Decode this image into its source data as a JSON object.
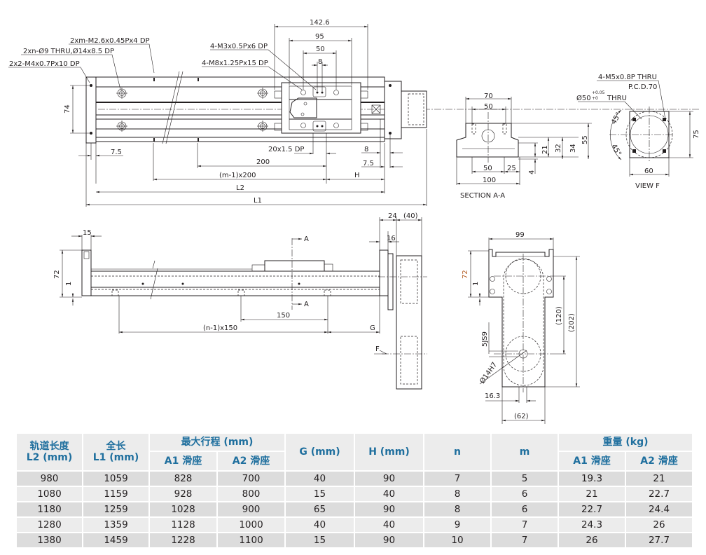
{
  "top_view": {
    "labels": {
      "hole_m": "2xm-M2.6x0.45Px4 DP",
      "hole_n": "2xn-Ø9 THRU,Ø14x8.5 DP",
      "hole_end": "2x2-M4x0.7Px10 DP",
      "slide_m3": "4-M3x0.5Px6 DP",
      "slide_m8": "4-M8x1.25Px15 DP",
      "slot": "20x1.5 DP"
    },
    "dims": {
      "d142": "142.6",
      "d95": "95",
      "d50": "50",
      "d8": "8",
      "d74": "74",
      "d7_5_left": "7.5",
      "d200": "200",
      "dm": "(m-1)x200",
      "dH": "H",
      "dL2": "L2",
      "dL1": "L1",
      "d8_right": "8",
      "d7_5_right": "7.5"
    }
  },
  "section_aa": {
    "title": "SECTION A-A",
    "dims": {
      "w70": "70",
      "w50_top": "50",
      "w50_bot": "50",
      "w25": "25",
      "w100": "100",
      "h4": "4",
      "h21": "21",
      "h32": "32",
      "h34": "34",
      "h55": "55"
    }
  },
  "view_f": {
    "title": "VIEW F",
    "labels": {
      "m5": "4-M5x0.8P THRU",
      "pcd": "P.C.D.70",
      "bore": "Ø50",
      "bore_tol_upper": "+0.05",
      "bore_tol_lower": "+0",
      "bore_suffix": "THRU"
    },
    "dims": {
      "a45_top": "45°",
      "a45_bot": "45°",
      "w60": "60",
      "h75": "75"
    }
  },
  "side_view": {
    "dims": {
      "d15": "15",
      "d72": "72",
      "d1": "1",
      "d150": "150",
      "dn": "(n-1)x150",
      "dG": "G",
      "d24": "24",
      "d40": "(40)",
      "d16": "16"
    },
    "labels": {
      "sec_a_top": "A",
      "sec_a_bot": "A",
      "view_f": "F"
    }
  },
  "end_view": {
    "dims": {
      "d99": "99",
      "d72": "72",
      "d1": "1",
      "d120": "(120)",
      "d202": "(202)",
      "key": "5JS9",
      "shaft": "Ø14H7",
      "d16_3": "16.3",
      "d62": "(62)"
    }
  },
  "table": {
    "headers": {
      "l2": [
        "轨道长度",
        "L2 (mm)"
      ],
      "l1": [
        "全长",
        "L1 (mm)"
      ],
      "stroke": "最大行程 (mm)",
      "stroke_a1": "A1 滑座",
      "stroke_a2": "A2 滑座",
      "g": "G (mm)",
      "h": "H (mm)",
      "n": "n",
      "m": "m",
      "weight": "重量 (kg)",
      "weight_a1": "A1 滑座",
      "weight_a2": "A2 滑座"
    },
    "rows": [
      [
        "980",
        "1059",
        "828",
        "700",
        "40",
        "90",
        "7",
        "5",
        "19.3",
        "21"
      ],
      [
        "1080",
        "1159",
        "928",
        "800",
        "15",
        "40",
        "8",
        "6",
        "21",
        "22.7"
      ],
      [
        "1180",
        "1259",
        "1028",
        "900",
        "65",
        "90",
        "8",
        "6",
        "22.7",
        "24.4"
      ],
      [
        "1280",
        "1359",
        "1128",
        "1000",
        "40",
        "40",
        "9",
        "7",
        "24.3",
        "26"
      ],
      [
        "1380",
        "1459",
        "1228",
        "1100",
        "15",
        "90",
        "10",
        "7",
        "26",
        "27.7"
      ]
    ]
  },
  "colors": {
    "header_text": "#1f6f9e",
    "header_bg": "#ececec",
    "row_dark": "#dcdcdc",
    "row_light": "#ececec",
    "dim_orange": "#b35a1f"
  }
}
